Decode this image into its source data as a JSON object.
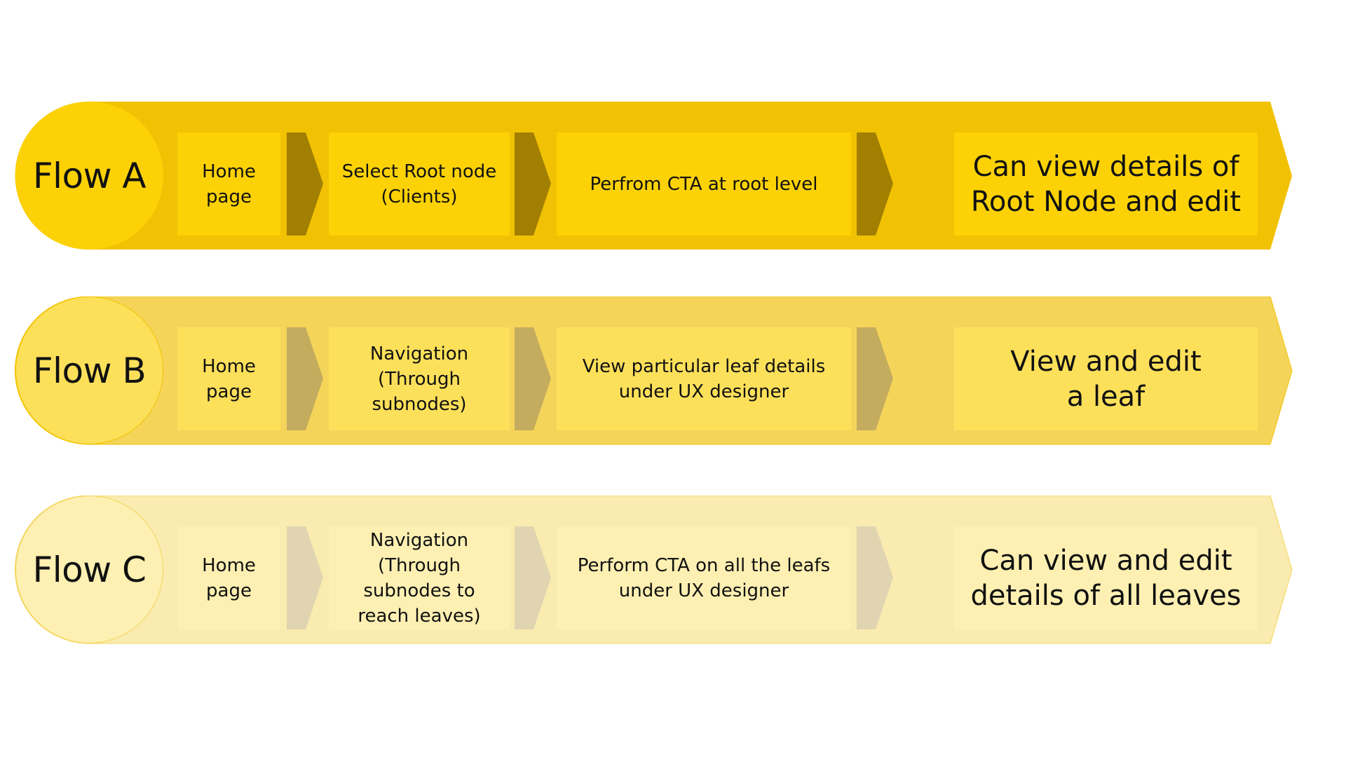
{
  "flows": [
    {
      "label": "Flow A",
      "steps": [
        "Home\npage",
        "Select Root node\n(Clients)",
        "Perfrom CTA at root level"
      ],
      "outcome": "Can view details of\nRoot Node and edit",
      "colors": {
        "band": "#F1C204",
        "box": "#FCD206",
        "arrow": "#A27F00",
        "circle_border": "#FCD206"
      }
    },
    {
      "label": "Flow B",
      "steps": [
        "Home\npage",
        "Navigation\n(Through\nsubnodes)",
        "View particular leaf details\nunder UX designer"
      ],
      "outcome": "View and edit\na leaf",
      "colors": {
        "band": "#F5D45A",
        "box": "#FDE05A",
        "arrow": "#C4AC5E",
        "circle_border": "#F2C300"
      }
    },
    {
      "label": "Flow C",
      "steps": [
        "Home\npage",
        "Navigation\n(Through\nsubnodes to\nreach leaves)",
        "Perform CTA on all the leafs\nunder UX designer"
      ],
      "outcome": "Can view and edit\ndetails of all leaves",
      "colors": {
        "band": "#FAEBB0",
        "box": "#FDF0B2",
        "arrow": "#E0D5B0",
        "circle_border": "#F5D45A"
      }
    }
  ]
}
